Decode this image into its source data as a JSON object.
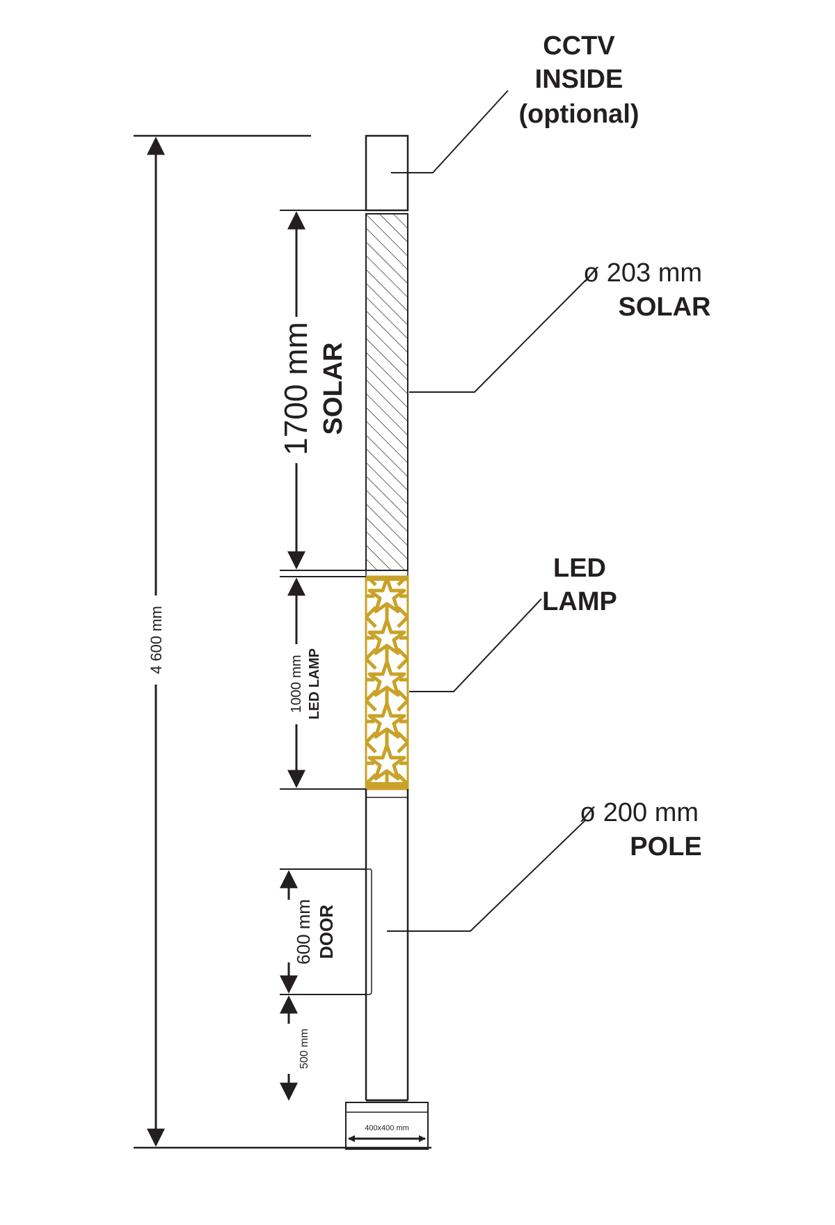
{
  "callouts": {
    "cctv": {
      "line1": "CCTV",
      "line2": "INSIDE",
      "line3": "(optional)"
    },
    "solar": {
      "diameter": "ø 203 mm",
      "name": "SOLAR"
    },
    "led": {
      "line1": "LED",
      "line2": "LAMP"
    },
    "pole": {
      "diameter": "ø 200 mm",
      "name": "POLE"
    }
  },
  "dimensions": {
    "total": "4 600 mm",
    "solar": {
      "value": "1700 mm",
      "name": "SOLAR"
    },
    "led": {
      "value": "1000 mm",
      "name": "LED LAMP"
    },
    "door": {
      "value": "600 mm",
      "name": "DOOR"
    },
    "base_height": "500 mm",
    "base_plate": "400x400 mm"
  },
  "colors": {
    "line": "#231f20",
    "led_pattern": "#c9a227",
    "led_background": "#ffffff"
  }
}
